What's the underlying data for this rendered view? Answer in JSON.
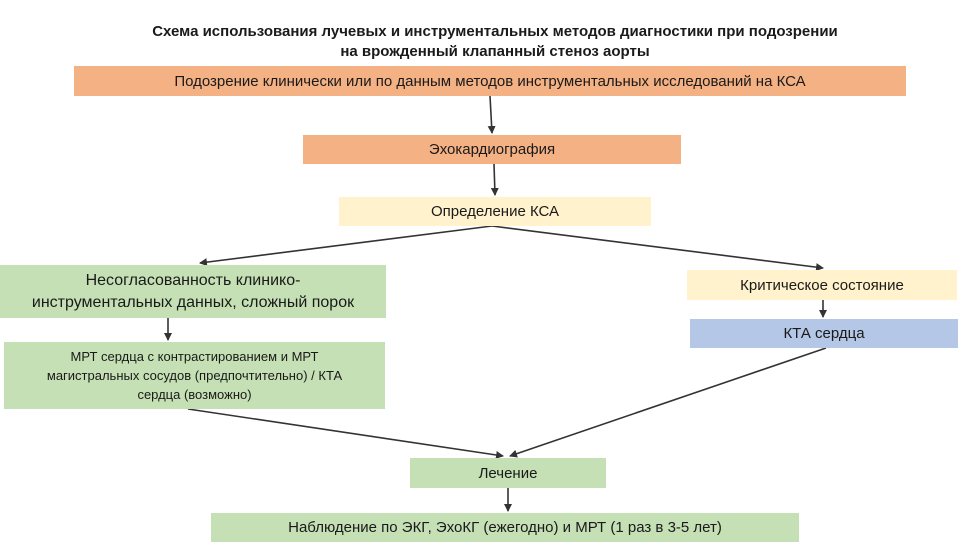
{
  "title": {
    "line1": "Схема использования лучевых и инструментальных методов диагностики при подозрении",
    "line2": "на врожденный клапанный стеноз аорты"
  },
  "nodes": {
    "suspicion": "Подозрение клинически или по данным методов инструментальных исследований на КСА",
    "echo": "Эхокардиография",
    "ksa": "Определение КСА",
    "mismatch": {
      "line1": "Несогласованность клинико-",
      "line2": "инструментальных данных, сложный порок"
    },
    "critical": "Критическое состояние",
    "kta": "КТА сердца",
    "mrt": {
      "line1": "МРТ сердца с контрастированием и МРТ",
      "line2": "магистральных сосудов (предпочтительно) / КТА",
      "line3": "сердца (возможно)"
    },
    "treatment": "Лечение",
    "observe": "Наблюдение по ЭКГ, ЭхоКГ (ежегодно) и МРТ (1 раз в 3-5 лет)"
  },
  "colors": {
    "orange": "#f4b183",
    "yellow": "#fff2cc",
    "green": "#c5e0b4",
    "blue": "#b4c7e7",
    "arrow": "#333333"
  }
}
